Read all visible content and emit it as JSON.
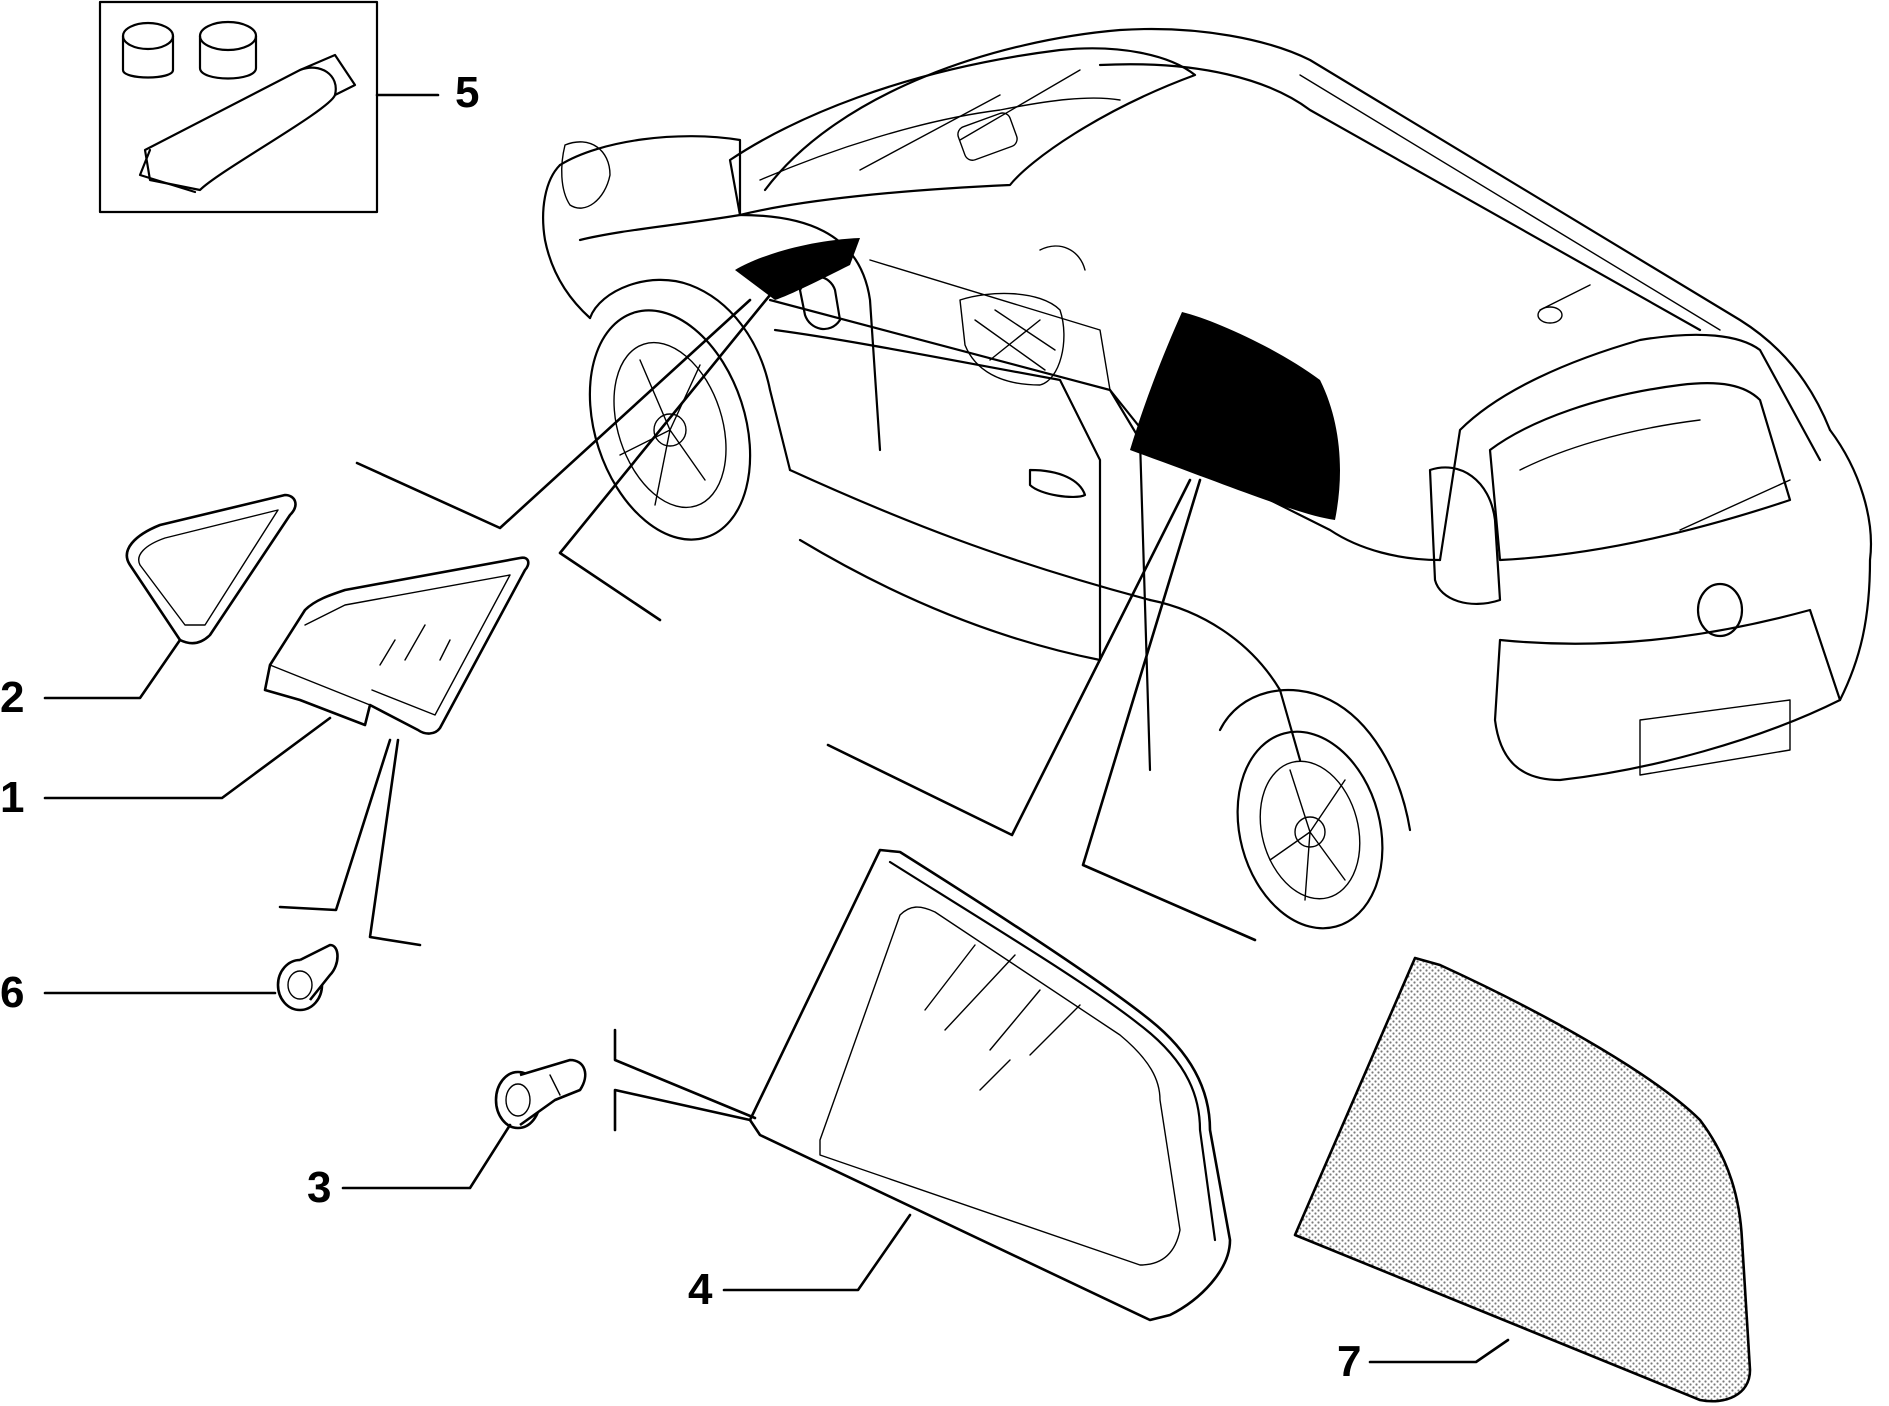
{
  "colors": {
    "line": "#000000",
    "background": "#ffffff",
    "glass_fill": "#d9d9d9",
    "black_pane": "#000000"
  },
  "parts": [
    {
      "number": "1",
      "icon": "front-quarter-glass-icon"
    },
    {
      "number": "2",
      "icon": "quarter-glass-seal-icon"
    },
    {
      "number": "3",
      "icon": "clip-fastener-icon"
    },
    {
      "number": "4",
      "icon": "rear-quarter-glass-icon"
    },
    {
      "number": "5",
      "icon": "adhesive-kit-icon"
    },
    {
      "number": "6",
      "icon": "small-clip-icon"
    },
    {
      "number": "7",
      "icon": "rear-quarter-tinted-glass-icon"
    }
  ],
  "vehicle": {
    "icon": "hatchback-car-icon"
  }
}
